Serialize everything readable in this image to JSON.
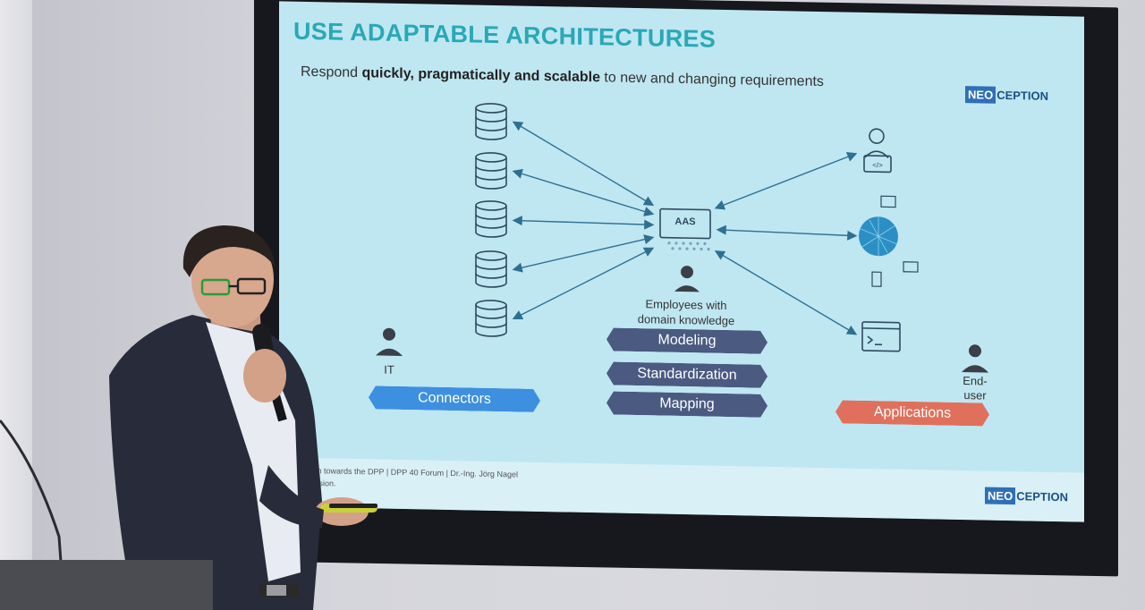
{
  "slide": {
    "title": "USE ADAPTABLE ARCHITECTURES",
    "subtitle_prefix": "Respond ",
    "subtitle_bold": "quickly, pragmatically and scalable",
    "subtitle_suffix": " to new and changing requirements",
    "logo_neo": "NEO",
    "logo_rest": "CEPTION",
    "center_node_label": "AAS",
    "employees_label_line1": "Employees with",
    "employees_label_line2": "domain knowledge",
    "it_label": "IT",
    "enduser_label_line1": "End-",
    "enduser_label_line2": "user",
    "pills": {
      "modeling": "Modeling",
      "standardization": "Standardization",
      "mapping": "Mapping",
      "connectors": "Connectors",
      "applications": "Applications"
    },
    "footer_line1": "path towards the DPP | DPP 40 Forum | Dr.-Ing. Jörg Nagel",
    "footer_line2": "passion."
  },
  "colors": {
    "title": "#2aa8b5",
    "pill_dark": "#4a5a80",
    "pill_blue": "#3d8fe0",
    "pill_red": "#e0705c",
    "slide_bg": "#bfe7f2"
  }
}
